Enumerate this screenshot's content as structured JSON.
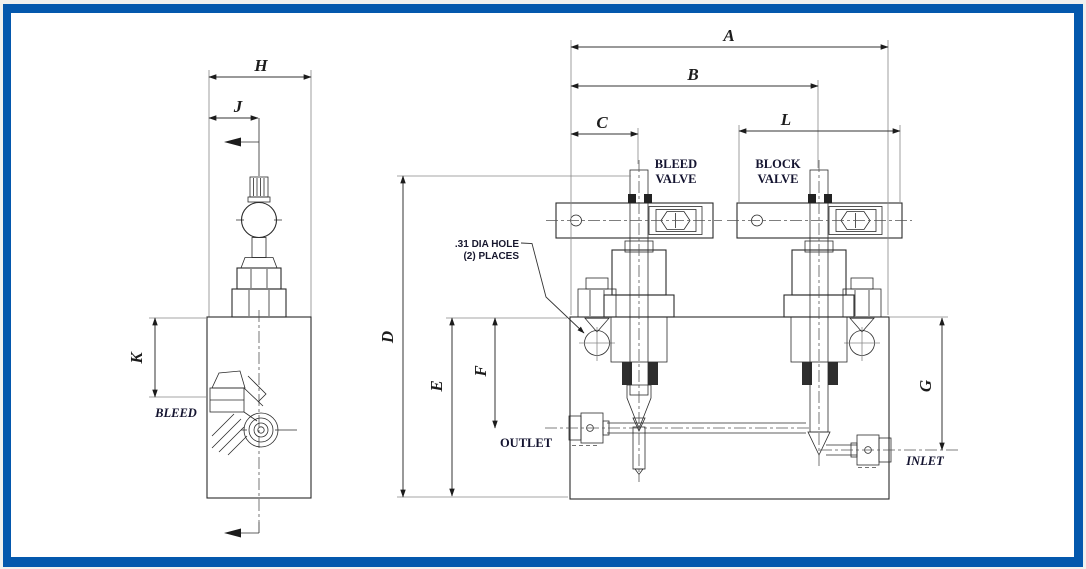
{
  "drawing": {
    "type": "engineering-section-drawing",
    "subject": "block-and-bleed valve manifold, side view and sectional view",
    "dimensions": {
      "a": "A",
      "b": "B",
      "c": "C",
      "d": "D",
      "e": "E",
      "f": "F",
      "g": "G",
      "h": "H",
      "j": "J",
      "k": "K",
      "l": "L"
    },
    "labels": {
      "bleed_valve_line1": "BLEED",
      "bleed_valve_line2": "VALVE",
      "block_valve_line1": "BLOCK",
      "block_valve_line2": "VALVE",
      "bleed_port": "BLEED",
      "outlet": "OUTLET",
      "inlet": "INLET"
    },
    "note": {
      "line1": ".31 DIA HOLE",
      "line2": "(2) PLACES"
    },
    "colors": {
      "frame_blue": "#0458ad",
      "ink": "#2b2b2b",
      "label_text": "#141430",
      "background": "#ffffff"
    }
  }
}
